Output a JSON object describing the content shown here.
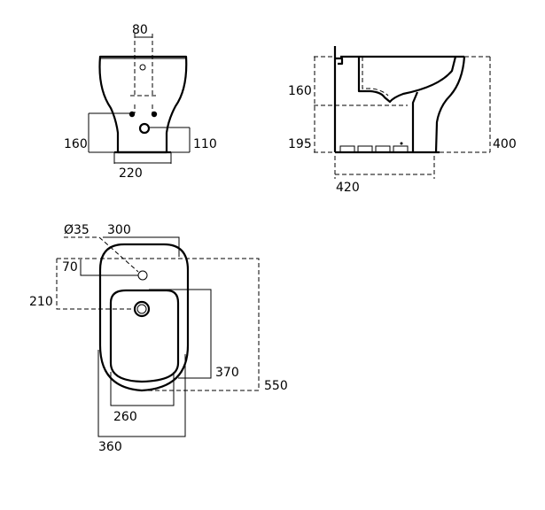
{
  "front_view": {
    "top_width": "80",
    "left_height": "160",
    "right_height": "110",
    "base_width": "220"
  },
  "side_view": {
    "upper_height": "160",
    "lower_height": "195",
    "total_height": "400",
    "depth": "420"
  },
  "top_view": {
    "hole_diameter": "Ø35",
    "top_width": "300",
    "hole_offset": "70",
    "drain_offset": "210",
    "bowl_length": "370",
    "total_length": "550",
    "bowl_width": "260",
    "overall_width": "360"
  },
  "colors": {
    "line": "#000000",
    "background": "#ffffff"
  }
}
